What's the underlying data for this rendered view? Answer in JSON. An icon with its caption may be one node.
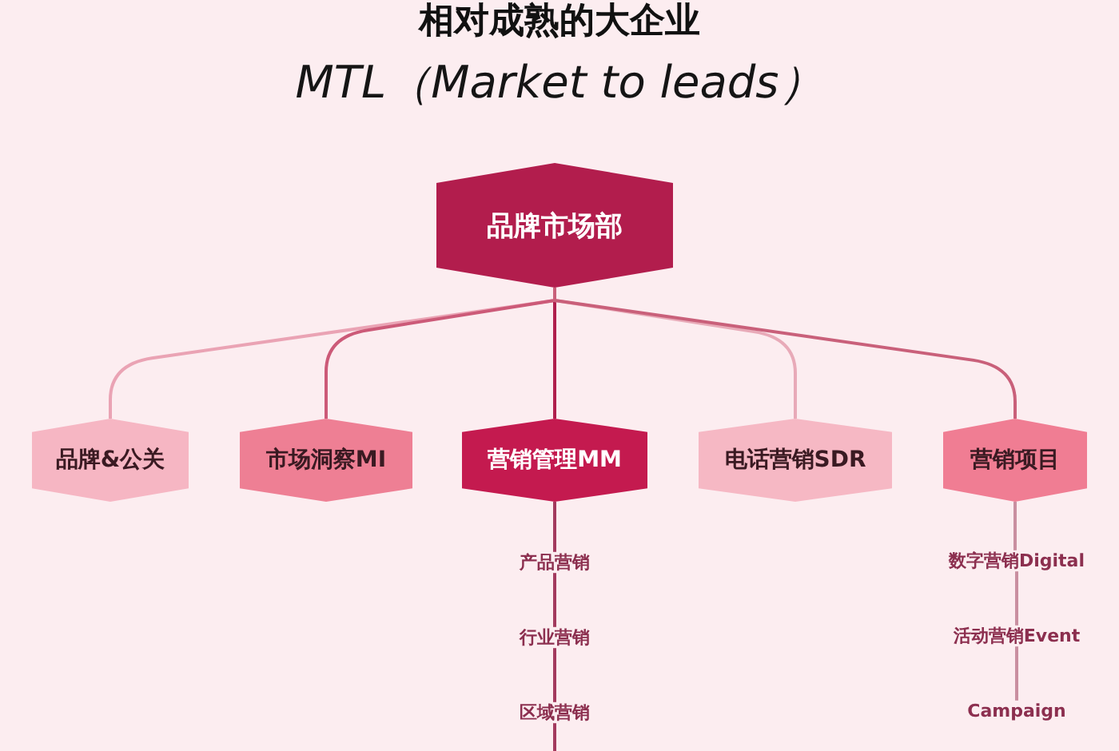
{
  "diagram": {
    "title": "相对成熟的大企业",
    "nodes": [
      {
        "text": [
          "品牌市场部"
        ]
      },
      {
        "text": [
          "品牌&公关"
        ]
      },
      {
        "text": [
          "市场洞察MI"
        ]
      },
      {
        "text": [
          "营销管理MM"
        ]
      },
      {
        "text": [
          "电话营销SDR"
        ]
      },
      {
        "text": [
          "营销项目"
        ]
      },
      {
        "text": [
          "产品营销"
        ]
      },
      {
        "text": [
          "行业营销"
        ]
      },
      {
        "text": [
          "区域营销"
        ]
      },
      {
        "text": [
          "数字营销Digital"
        ]
      },
      {
        "text": [
          "活动营销Event"
        ]
      },
      {
        "text": [
          "Campaign"
        ]
      }
    ],
    "edges": [
      {
        "from": 0,
        "to": 1,
        "arrow": "none",
        "color": "#eaa3b4"
      },
      {
        "from": 0,
        "to": 2,
        "arrow": "none",
        "color": "#cc5a78"
      },
      {
        "from": 0,
        "to": 3,
        "arrow": "none",
        "color": "#b01f4d"
      },
      {
        "from": 0,
        "to": 4,
        "arrow": "none",
        "color": "#e8aab8"
      },
      {
        "from": 0,
        "to": 5,
        "arrow": "none",
        "color": "#c9607a"
      },
      {
        "from": 3,
        "to": 6,
        "arrow": "none"
      },
      {
        "from": 6,
        "to": 7,
        "arrow": "none"
      },
      {
        "from": 7,
        "to": 8,
        "arrow": "none"
      },
      {
        "from": 8,
        "to": null,
        "arrow": "none"
      },
      {
        "from": 5,
        "to": 9,
        "arrow": "none",
        "color": "#c98fa0"
      },
      {
        "from": 9,
        "to": 10,
        "arrow": "none",
        "color": "#c98fa0"
      },
      {
        "from": 10,
        "to": 11,
        "arrow": "none",
        "color": "#c98fa0"
      }
    ],
    "labels": [
      "MTL（Market to leads）"
    ]
  }
}
